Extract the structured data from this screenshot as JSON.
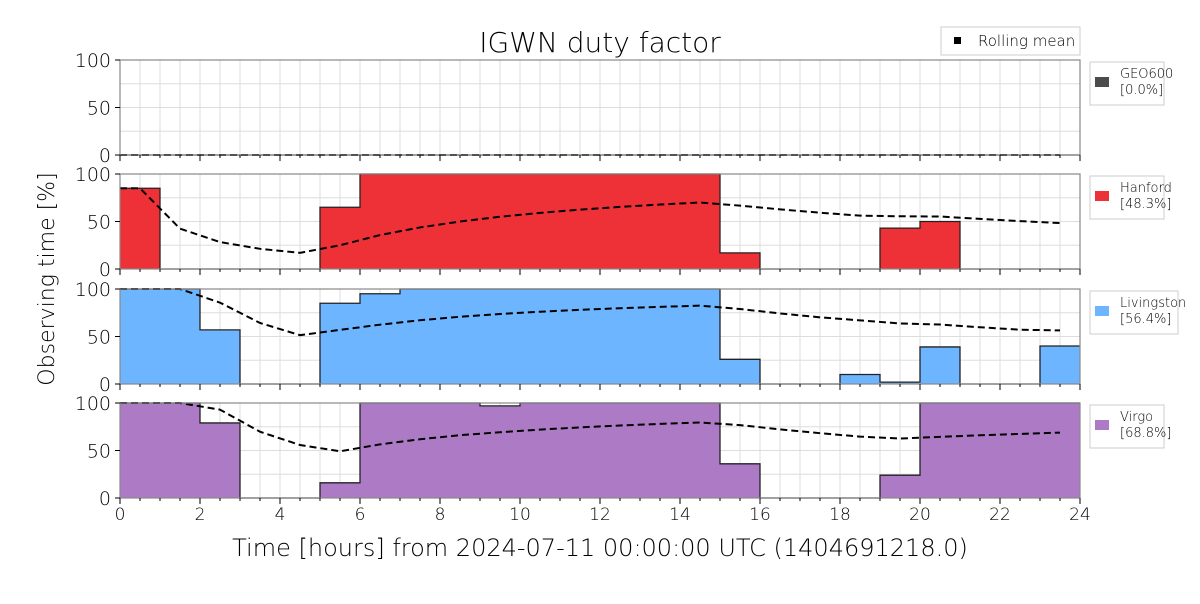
{
  "chart_data": {
    "type": "bar",
    "title": "IGWN duty factor",
    "xlabel": "Time [hours] from 2024-07-11 00:00:00 UTC (1404691218.0)",
    "ylabel": "Observing time [%]",
    "xlim": [
      0,
      24
    ],
    "ylim": [
      0,
      100
    ],
    "xticks": [
      "0",
      "2",
      "4",
      "6",
      "8",
      "10",
      "12",
      "14",
      "16",
      "18",
      "20",
      "22",
      "24"
    ],
    "yticks": [
      "0",
      "50",
      "100"
    ],
    "grid": true,
    "rolling_mean_label": "Rolling mean",
    "legend_placement": "top-right",
    "panels": [
      {
        "name": "GEO600",
        "percent": "[0.0%]",
        "color": "#4c4c4c",
        "values": [
          0,
          0,
          0,
          0,
          0,
          0,
          0,
          0,
          0,
          0,
          0,
          0,
          0,
          0,
          0,
          0,
          0,
          0,
          0,
          0,
          0,
          0,
          0,
          0
        ]
      },
      {
        "name": "Hanford",
        "percent": "[48.3%]",
        "color": "#ee3136",
        "values": [
          85,
          0,
          0,
          0,
          0,
          65,
          100,
          100,
          100,
          100,
          100,
          100,
          100,
          100,
          100,
          17,
          0,
          0,
          0,
          43,
          50,
          0,
          0,
          0
        ]
      },
      {
        "name": "Livingston",
        "percent": "[56.4%]",
        "color": "#6db5ff",
        "values": [
          100,
          100,
          57,
          0,
          0,
          85,
          95,
          100,
          100,
          100,
          100,
          100,
          100,
          100,
          100,
          26,
          0,
          0,
          10,
          2,
          39,
          0,
          0,
          40
        ]
      },
      {
        "name": "Virgo",
        "percent": "[68.8%]",
        "color": "#ad7bc5",
        "values": [
          100,
          100,
          79,
          0,
          0,
          16,
          100,
          100,
          100,
          97,
          100,
          100,
          100,
          100,
          100,
          36,
          0,
          0,
          0,
          24,
          100,
          100,
          100,
          100
        ]
      }
    ]
  }
}
